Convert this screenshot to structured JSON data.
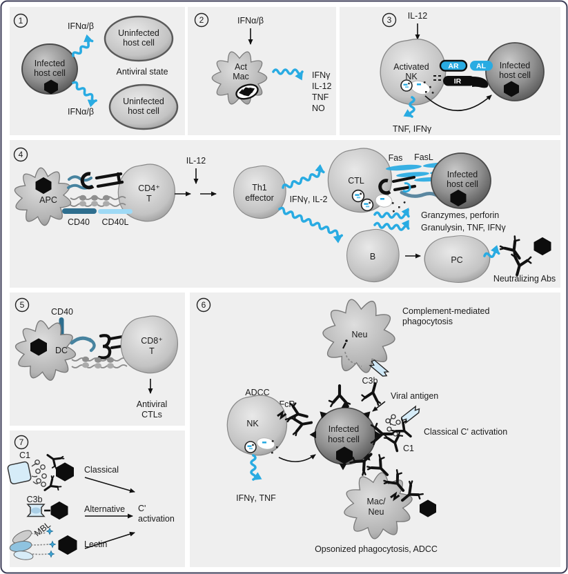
{
  "figure": {
    "panel_bg": "#efefef",
    "frame_color": "#3e3e58",
    "accent_cyan": "#29abe2",
    "teal_dark": "#2e6e8e",
    "blue_light": "#9ed9f5",
    "blue_pale": "#d6ecf8"
  },
  "p1": {
    "number": "1",
    "ifn_top": "IFNα/β",
    "ifn_bottom": "IFNα/β",
    "infected_cell": [
      "Infected",
      "host cell"
    ],
    "uninfected_top": [
      "Uninfected",
      "host cell"
    ],
    "uninfected_bottom": [
      "Uninfected",
      "host cell"
    ],
    "antiviral_state": "Antiviral state"
  },
  "p2": {
    "number": "2",
    "ifn": "IFNα/β",
    "cell": [
      "Act",
      "Mac"
    ],
    "cytokines": [
      "IFNγ",
      "IL-12",
      "TNF",
      "NO"
    ]
  },
  "p3": {
    "number": "3",
    "il12": "IL-12",
    "nk": [
      "Activated",
      "NK"
    ],
    "ar": "AR",
    "al": "AL",
    "ir": "IR",
    "infected_cell": [
      "Infected",
      "host cell"
    ],
    "secretion": "TNF, IFNγ"
  },
  "p4": {
    "number": "4",
    "apc": "APC",
    "cd4t": [
      "CD4⁺",
      "T"
    ],
    "cd40": "CD40",
    "cd40l": "CD40L",
    "il12": "IL-12",
    "th1": [
      "Th1",
      "effector"
    ],
    "ifng_il2": "IFNγ, IL-2",
    "ctl": "CTL",
    "fas": "Fas",
    "fasl": "FasL",
    "infected_cell": [
      "Infected",
      "host cell"
    ],
    "granzymes": "Granzymes, perforin",
    "granulysin": "Granulysin, TNF, IFNγ",
    "b": "B",
    "pc": "PC",
    "neutralizing": "Neutralizing Abs"
  },
  "p5": {
    "number": "5",
    "cd40": "CD40",
    "dc": "DC",
    "cd8t": [
      "CD8⁺",
      "T"
    ],
    "result": [
      "Antiviral",
      "CTLs"
    ]
  },
  "p6": {
    "number": "6",
    "complement_phago": [
      "Complement-mediated",
      "phagocytosis"
    ],
    "neu": "Neu",
    "c3b": "C3b",
    "adcc": "ADCC",
    "fcr": "FcR",
    "nk": "NK",
    "infected_cell": [
      "Infected",
      "host cell"
    ],
    "viral_antigen": "Viral antigen",
    "classical": "Classical C' activation",
    "c1": "C1",
    "secretion": "IFNγ, TNF",
    "macneu": [
      "Mac/",
      "Neu"
    ],
    "opsonized": "Opsonized phagocytosis, ADCC"
  },
  "p7": {
    "number": "7",
    "c1": "C1",
    "classical": "Classical",
    "c3b": "C3b",
    "alternative": "Alternative",
    "mbl": "MBL",
    "lectin": "Lectin",
    "activation": [
      "C'",
      "activation"
    ]
  }
}
